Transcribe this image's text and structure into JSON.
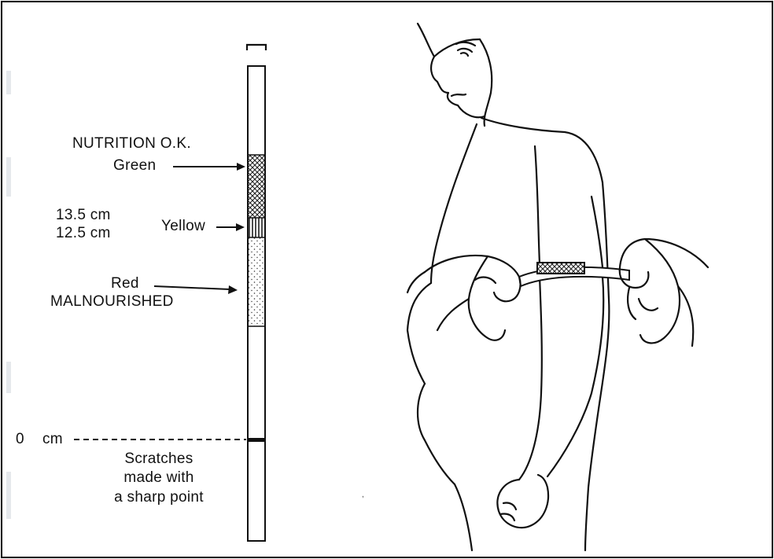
{
  "labels": {
    "nutrition_ok": "NUTRITION O.K.",
    "green": "Green",
    "cm_upper": "13.5 cm",
    "cm_lower": "12.5 cm",
    "yellow": "Yellow",
    "red": "Red",
    "malnourished": "MALNOURISHED",
    "zero": "0",
    "cm": "cm",
    "scratches_line1": "Scratches",
    "scratches_line2": "made with",
    "scratches_line3": "a sharp point"
  }
}
